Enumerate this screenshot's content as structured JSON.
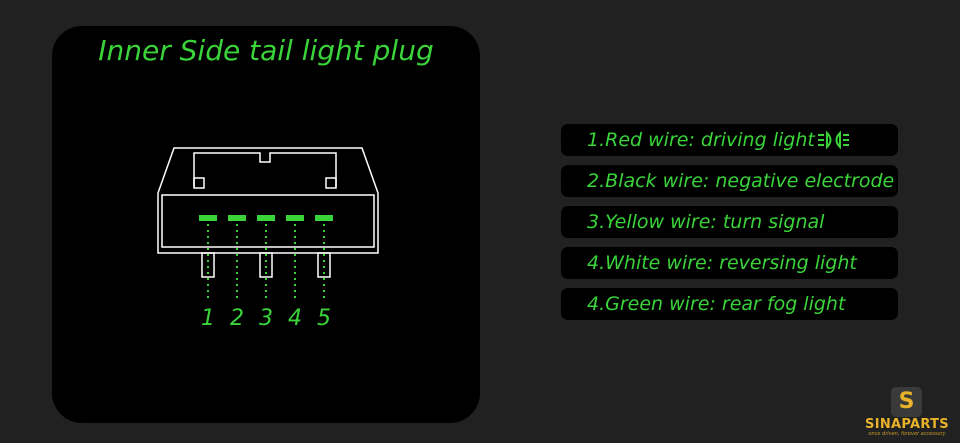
{
  "diagram": {
    "title": "Inner Side tail light plug",
    "pins": [
      "1",
      "2",
      "3",
      "4",
      "5"
    ]
  },
  "wires": [
    {
      "text": "1.Red wire: driving light",
      "icon": "driving-light-icon"
    },
    {
      "text": "2.Black wire: negative electrode"
    },
    {
      "text": "3.Yellow wire: turn signal"
    },
    {
      "text": "4.White wire: reversing light"
    },
    {
      "text": "4.Green wire: rear fog light"
    }
  ],
  "brand": {
    "mark": "S",
    "name": "SINAPARTS",
    "tagline": "once driven, forever accessory"
  },
  "colors": {
    "accent": "#3ad43a",
    "background": "#212121",
    "panel": "#000000",
    "brand": "#e8b22a"
  }
}
